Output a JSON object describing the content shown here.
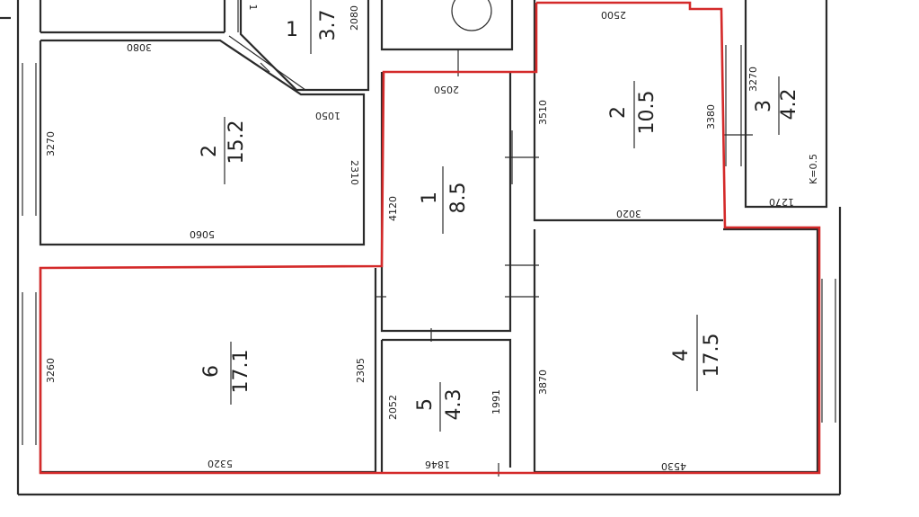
{
  "rooms": {
    "r1_top": {
      "number": "1",
      "area": "3.7"
    },
    "r2_left": {
      "number": "2",
      "area": "15.2"
    },
    "r1_hall": {
      "number": "1",
      "area": "8.5"
    },
    "r2_right": {
      "number": "2",
      "area": "10.5"
    },
    "r3_balc": {
      "number": "3",
      "area": "4.2",
      "coef": "K=0.5"
    },
    "r4": {
      "number": "4",
      "area": "17.5"
    },
    "r5": {
      "number": "5",
      "area": "4.3"
    },
    "r6": {
      "number": "6",
      "area": "17.1"
    }
  },
  "dims": {
    "d2080": "2080",
    "d3080": "3080",
    "d1050": "1050",
    "d3270a": "3270",
    "d2310": "2310",
    "d5060": "5060",
    "d2050": "2050",
    "d4120": "4120",
    "d2500": "2500",
    "d3510": "3510",
    "d3380": "3380",
    "d3020": "3020",
    "d3270b": "3270",
    "d1270": "1270",
    "d3260": "3260",
    "d2305": "2305",
    "d5320": "5320",
    "d2052": "2052",
    "d1991": "1991",
    "d1846": "1846",
    "d3870": "3870",
    "d4530": "4530",
    "d1top": "1"
  },
  "colors": {
    "highlight": "#d42a2a",
    "walls": "#2b2b2b"
  }
}
